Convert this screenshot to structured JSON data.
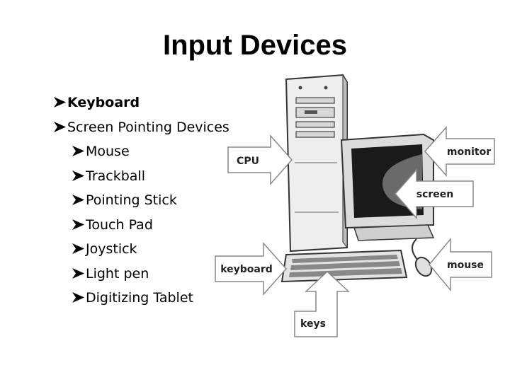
{
  "slide": {
    "title": "Input Devices",
    "bullets": [
      {
        "text": "Keyboard",
        "level": 1,
        "bold": true
      },
      {
        "text": "Screen Pointing Devices",
        "level": 1,
        "bold": false
      },
      {
        "text": "Mouse",
        "level": 2,
        "bold": false
      },
      {
        "text": "Trackball",
        "level": 2,
        "bold": false
      },
      {
        "text": "Pointing Stick",
        "level": 2,
        "bold": false
      },
      {
        "text": "Touch Pad",
        "level": 2,
        "bold": false
      },
      {
        "text": "Joystick",
        "level": 2,
        "bold": false
      },
      {
        "text": "Light pen",
        "level": 2,
        "bold": false
      },
      {
        "text": "Digitizing Tablet",
        "level": 2,
        "bold": false
      }
    ]
  },
  "diagram": {
    "labels": {
      "cpu": "CPU",
      "monitor": "monitor",
      "screen": "screen",
      "keyboard": "keyboard",
      "mouse": "mouse",
      "keys": "keys"
    }
  },
  "icons": {
    "bullet": "arrowhead-bullet-icon"
  }
}
